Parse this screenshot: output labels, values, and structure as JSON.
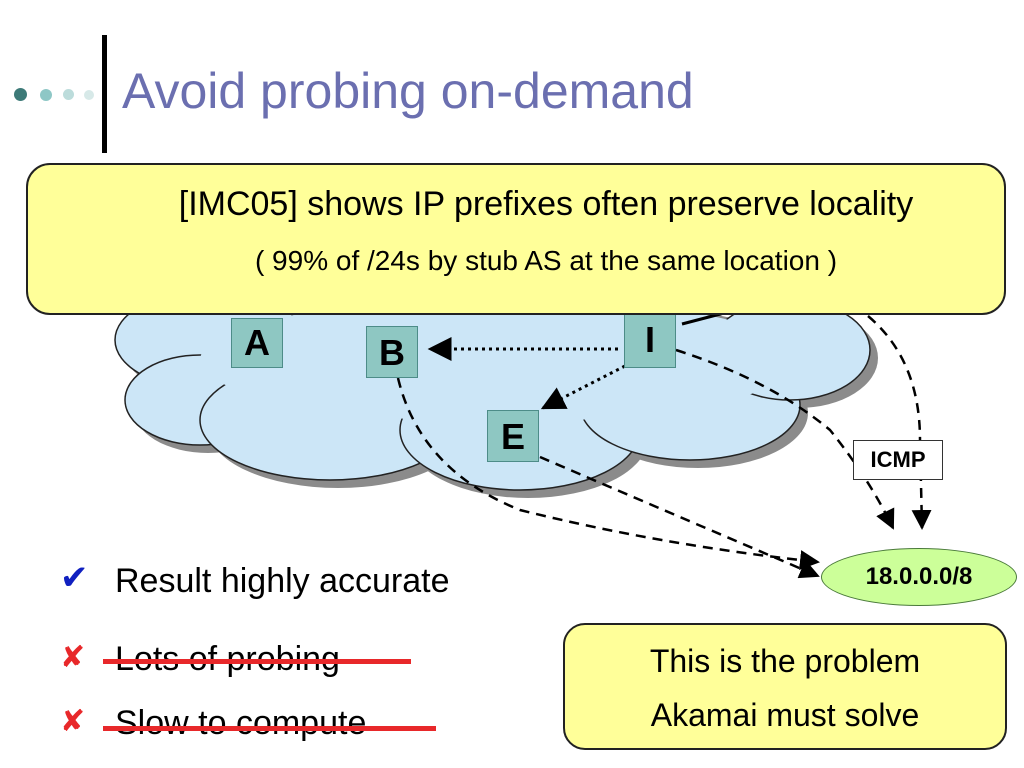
{
  "slide": {
    "title": "Avoid probing on-demand"
  },
  "diagram": {
    "nodes": {
      "A": "A",
      "B": "B",
      "I": "I",
      "E": "E"
    },
    "icmp_label": "ICMP",
    "prefix_label": "18.0.0.0/8"
  },
  "callout_top": {
    "line1": "[IMC05] shows IP prefixes often preserve locality",
    "line2": "( 99% of /24s by stub AS at the same location )"
  },
  "bullets": [
    {
      "icon": "check-icon",
      "text": "Result highly accurate",
      "struck": false
    },
    {
      "icon": "cross-icon",
      "text": "Lots of probing",
      "struck": true
    },
    {
      "icon": "cross-icon",
      "text": "Slow to compute",
      "struck": true
    }
  ],
  "callout_bottom": {
    "line1": "This is the problem",
    "line2": "Akamai must solve"
  },
  "colors": {
    "title": "#6b6fb0",
    "cloud": "#cce6f7",
    "node": "#8ec7c2",
    "callout": "#ffff99",
    "prefix": "#ccff99",
    "strike": "#e8282a",
    "check": "#1020c0",
    "cross": "#e8282a"
  }
}
